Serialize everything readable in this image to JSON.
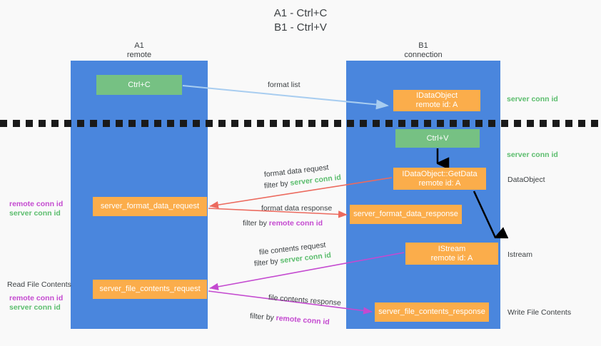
{
  "title": "A1 - Ctrl+C\nB1 - Ctrl+V",
  "lanes": {
    "a1": {
      "header": "A1\nremote"
    },
    "b1": {
      "header": "B1\nconnection"
    }
  },
  "boxes": {
    "ctrl_c": "Ctrl+C",
    "idataobject": "IDataObject\nremote id: A",
    "ctrl_v": "Ctrl+V",
    "getdata": "IDataObject::GetData\nremote id: A",
    "server_format_data_request": "server_format_data_request",
    "server_format_data_response": "server_format_data_response",
    "istream": "IStream\nremote id: A",
    "server_file_contents_request": "server_file_contents_request",
    "server_file_contents_response": "server_file_contents_response"
  },
  "arrow_labels": {
    "format_list": "format list",
    "format_data_request": "format data request",
    "format_data_request_filter_prefix": "filter by ",
    "format_data_request_filter_key": "server conn id",
    "format_data_response": "format data response",
    "format_data_response_filter_prefix": "filter by ",
    "format_data_response_filter_key": "remote conn id",
    "file_contents_request": "file contents request",
    "file_contents_request_filter_prefix": "filter by ",
    "file_contents_request_filter_key": "server conn id",
    "file_contents_response": "file contents response",
    "file_contents_response_filter_prefix": "filter by ",
    "file_contents_response_filter_key": "remote conn id"
  },
  "side_labels": {
    "right_server_conn_id_top": "server conn id",
    "right_server_conn_id_mid": "server conn id",
    "right_dataobject": "DataObject",
    "right_istream": "Istream",
    "right_write_file_contents": "Write File Contents",
    "left_remote_conn_id_1": "remote conn id",
    "left_server_conn_id_1": "server conn id",
    "left_read_file_contents": "Read File Contents",
    "left_remote_conn_id_2": "remote conn id",
    "left_server_conn_id_2": "server conn id"
  },
  "colors": {
    "lane": "#4a86dd",
    "green_box": "#76c183",
    "orange_box": "#fbad4b",
    "arrow_lightblue": "#a8cdf0",
    "arrow_red": "#ec6a5e",
    "arrow_magenta": "#c44ad0",
    "arrow_black": "#000000",
    "text_green": "#5bbd6d",
    "text_purple": "#c44ad0",
    "background": "#f9f9f9"
  }
}
